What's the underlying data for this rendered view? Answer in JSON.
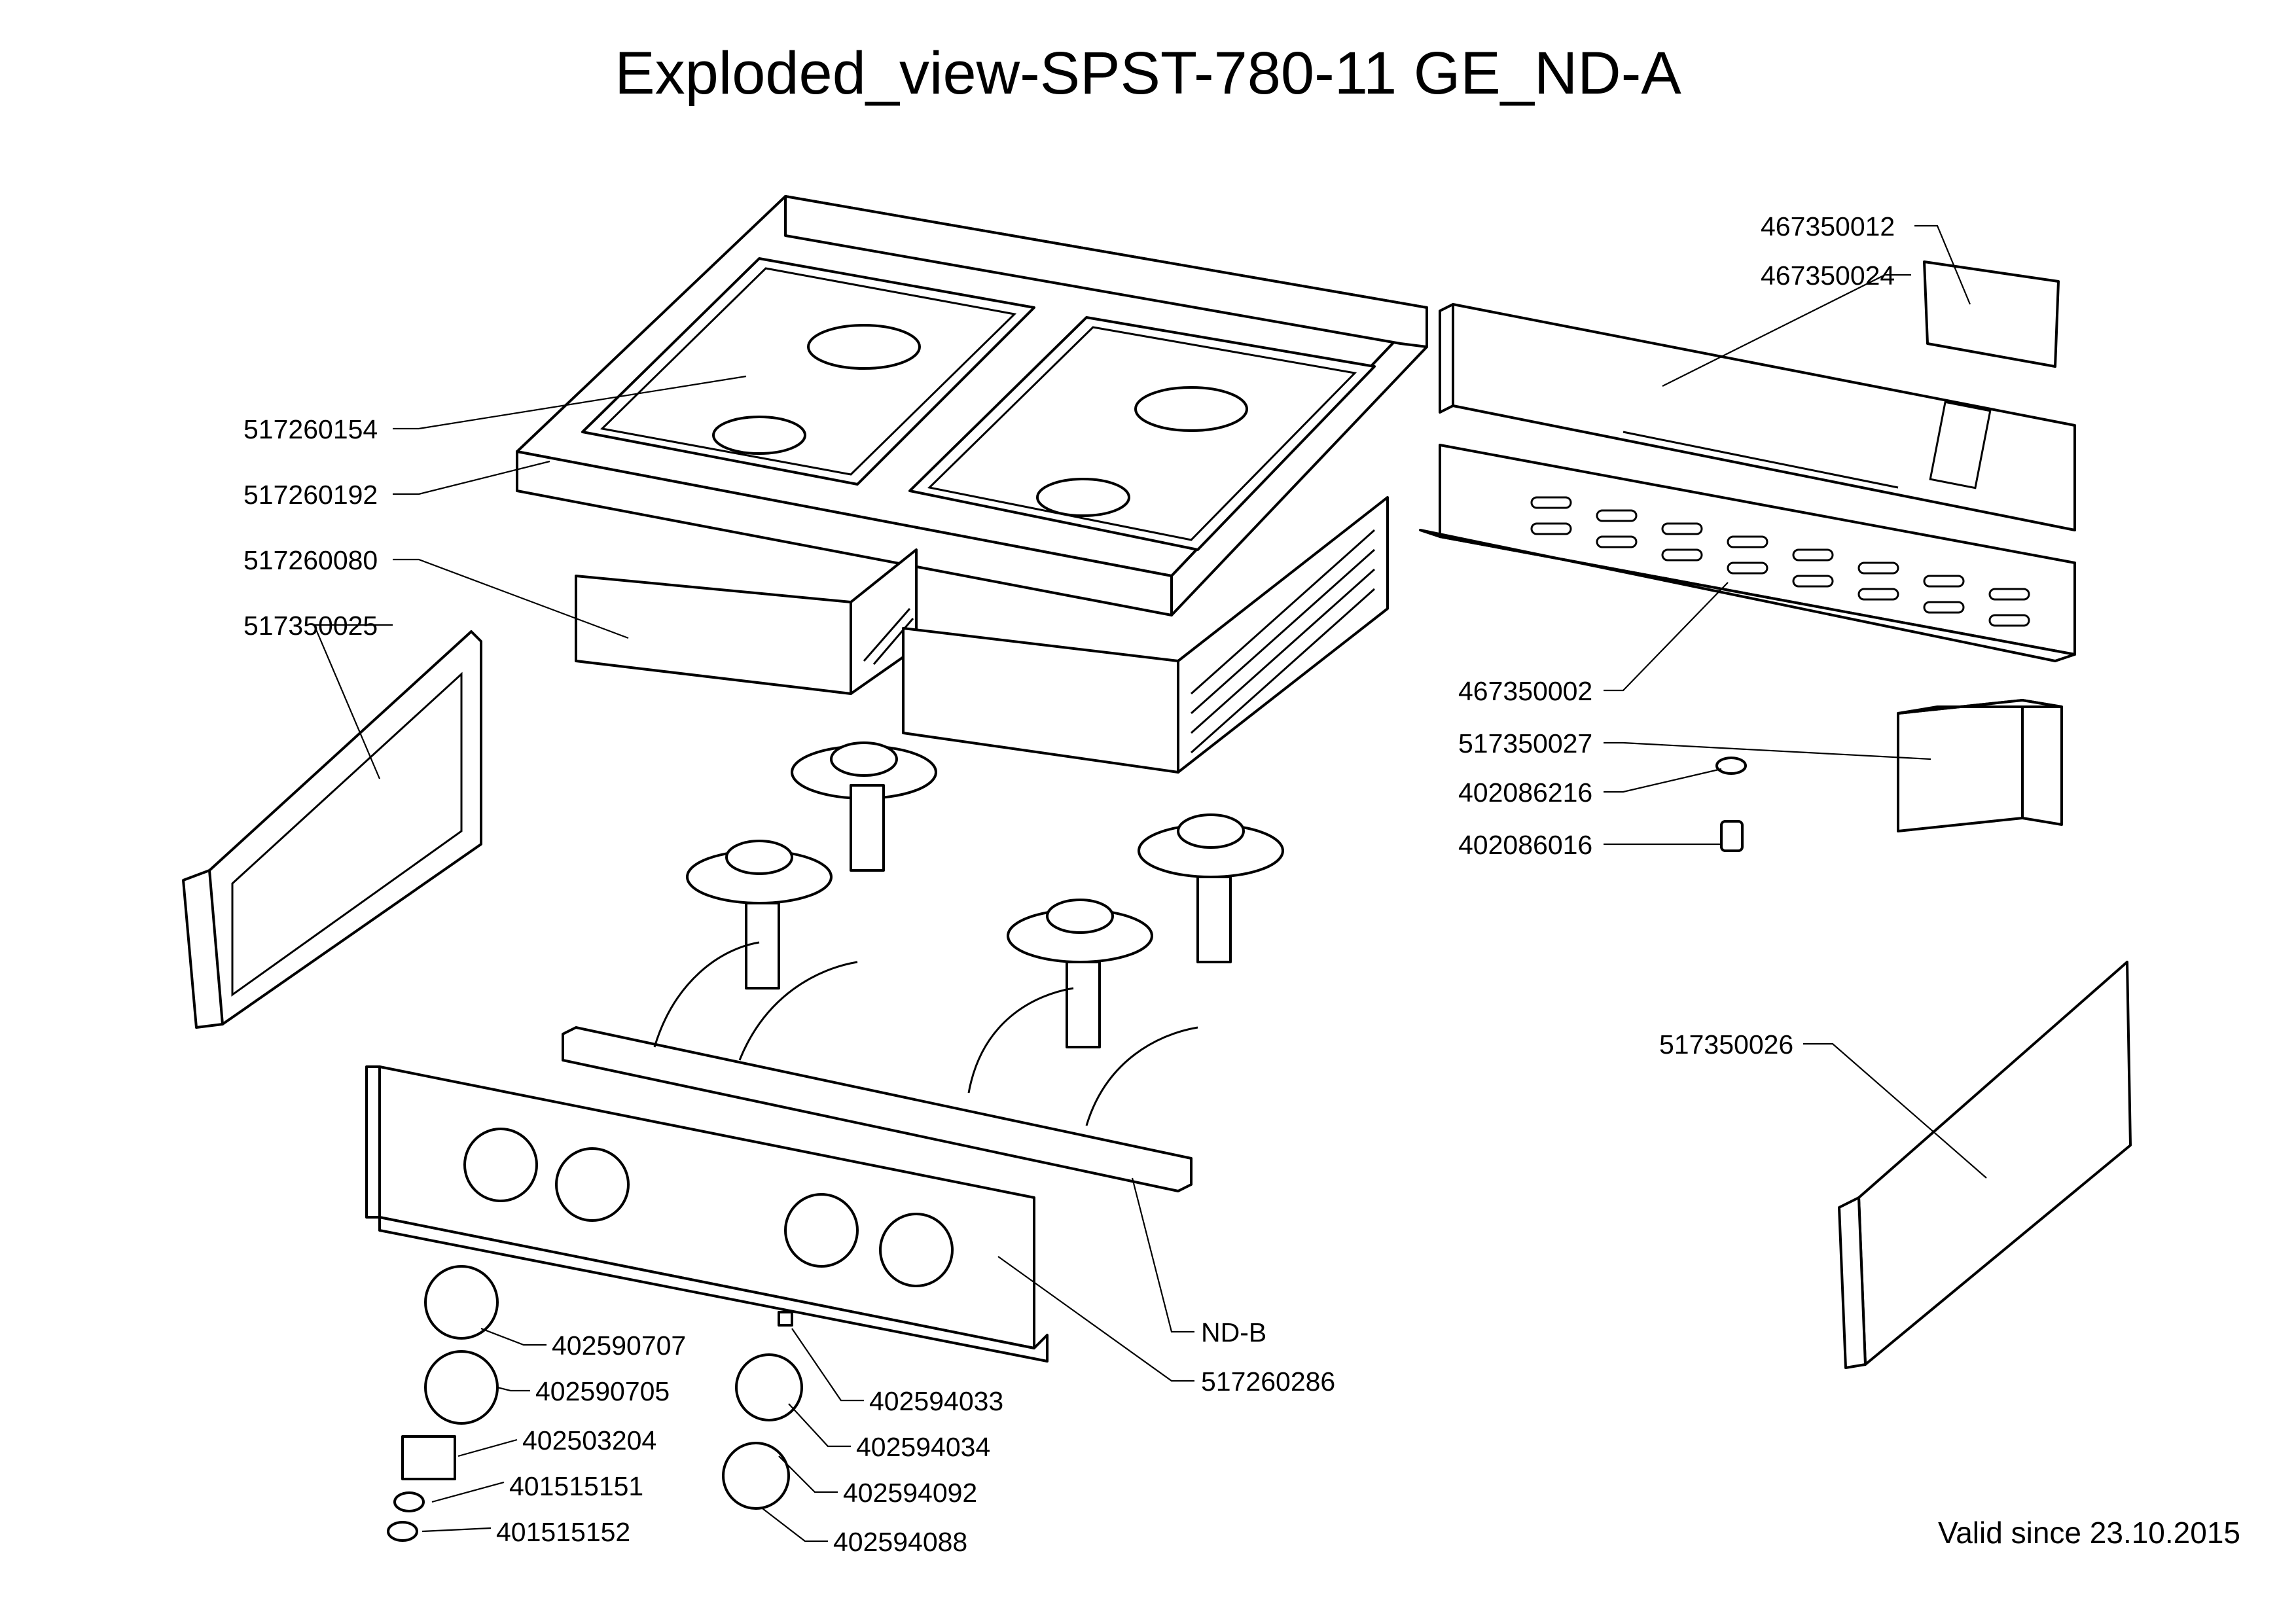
{
  "title": "Exploded_view-SPST-780-11 GE_ND-A",
  "footer": "Valid since 23.10.2015",
  "part_labels": [
    "467350012",
    "467350024",
    "517260154",
    "517260192",
    "517260080",
    "517350025",
    "467350002",
    "517350027",
    "402086216",
    "402086016",
    "517350026",
    "ND-B",
    "517260286",
    "402590707",
    "402590705",
    "402503204",
    "401515151",
    "401515152",
    "402594033",
    "402594034",
    "402594092",
    "402594088"
  ]
}
